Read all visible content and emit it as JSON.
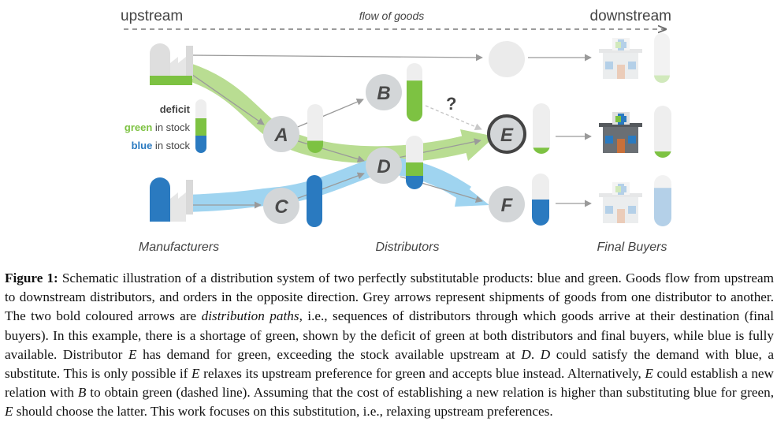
{
  "diagram": {
    "header": {
      "left": "upstream",
      "center": "flow of goods",
      "right": "downstream"
    },
    "legend": {
      "deficit": "deficit",
      "green_word": "green",
      "green_rest": " in stock",
      "blue_word": "blue",
      "blue_rest": " in stock"
    },
    "nodes": {
      "a": "A",
      "b": "B",
      "c": "C",
      "d": "D",
      "e": "E",
      "f": "F"
    },
    "question_mark": "?",
    "columns": {
      "manufacturers": "Manufacturers",
      "distributors": "Distributors",
      "final_buyers": "Final Buyers"
    },
    "colors": {
      "green": "#7dc242",
      "green_light": "#b9dd92",
      "blue": "#2a7ac0",
      "blue_light": "#9fd4f0",
      "node_grey": "#d3d6d8",
      "arrow_grey": "#a8a8a8",
      "text_dark": "#4a4a4a"
    },
    "stock_levels": {
      "manufacturer_green": 0.25,
      "manufacturer_blue": 1.0,
      "a_green": 0.25,
      "b_green": 0.7,
      "c_blue": 1.0,
      "d_green": 0.25,
      "d_blue": 0.25,
      "e_green": 0.12,
      "f_blue": 0.5,
      "buyer1_green": 0.15,
      "buyer2_green": 0.12,
      "buyer3_blue": 0.75
    }
  },
  "caption": {
    "label": "Figure 1:",
    "p1": " Schematic illustration of a distribution system of two perfectly substitutable products: blue and green. Goods flow from upstream to downstream distributors, and orders in the opposite direction. Grey arrows represent shipments of goods from one distributor to another. The two bold coloured arrows are ",
    "em1": "distribution paths",
    "p2": ", i.e., sequences of distributors through which goods arrive at their destination (final buyers). In this example, there is a shortage of green, shown by the deficit of green at both distributors and final buyers, while blue is fully available. Distributor ",
    "v1": "E",
    "p3": " has demand for green, exceeding the stock available upstream at ",
    "v2": "D",
    "p4": ". ",
    "v3": "D",
    "p5": " could satisfy the demand with blue, a substitute. This is only possible if ",
    "v4": "E",
    "p6": " relaxes its upstream preference for green and accepts blue instead. Alternatively, ",
    "v5": "E",
    "p7": " could establish a new relation with ",
    "v6": "B",
    "p8": " to obtain green (dashed line). Assuming that the cost of establishing a new relation is higher than substituting blue for green, ",
    "v7": "E",
    "p9": " should choose the latter. This work focuses on this substitution, i.e., relaxing upstream preferences."
  }
}
